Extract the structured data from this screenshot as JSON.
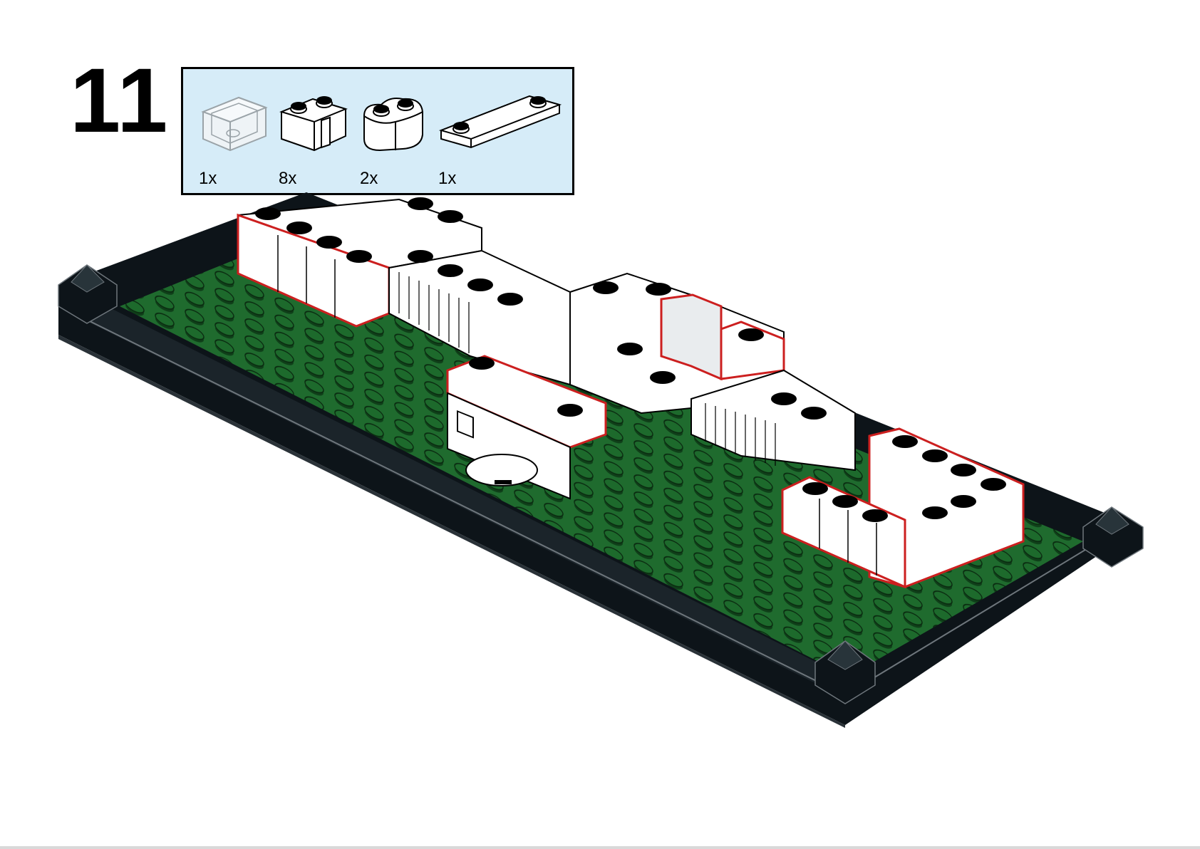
{
  "step": {
    "number": "11"
  },
  "parts": [
    {
      "icon": "clear-panel-brick-icon",
      "quantity": "1x",
      "color": "#e6eef2"
    },
    {
      "icon": "white-masonry-brick-icon",
      "quantity": "8x",
      "color": "#ffffff"
    },
    {
      "icon": "white-curved-brick-icon",
      "quantity": "2x",
      "color": "#ffffff"
    },
    {
      "icon": "white-jumper-plate-icon",
      "quantity": "1x",
      "color": "#ffffff"
    }
  ],
  "colors": {
    "baseplate_green": "#1f6b2e",
    "border_black": "#0d1419",
    "building_white": "#ffffff",
    "highlight_red": "#cc1f1f",
    "callout_blue": "#d6ecf8"
  }
}
